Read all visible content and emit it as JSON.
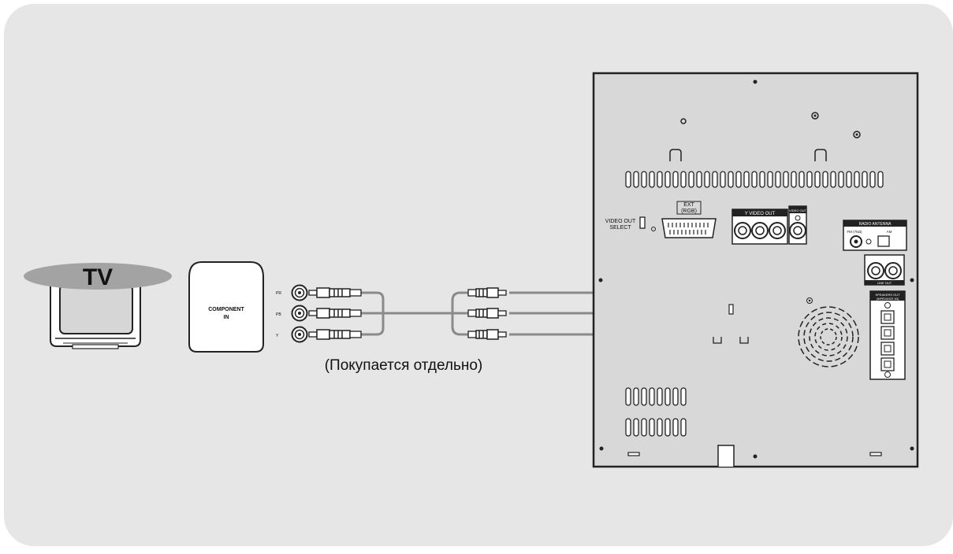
{
  "tv": {
    "label": "TV"
  },
  "component_box": {
    "line1": "COMPONENT",
    "line2": "IN"
  },
  "jacks": [
    {
      "label": "PR"
    },
    {
      "label": "PB"
    },
    {
      "label": "Y"
    }
  ],
  "cable_note": "(Покупается отдельно)",
  "unit": {
    "video_out_select": {
      "line1": "VIDEO OUT",
      "line2": "SELECT"
    },
    "ext": {
      "line1": "EXT",
      "line2": "(RGB)"
    },
    "component_video_out": "Y VIDEO OUT",
    "video_out": "VIDEO OUT",
    "radio_antenna": "RADIO ANTENNA",
    "fm_label": "FM (75Ω)",
    "am_label": "AM",
    "line_out": "LINE OUT",
    "speakers_out": "SPEAKERS OUT",
    "speakers_impedance": "(IMPEDANCE 4Ω)"
  },
  "colors": {
    "panel_bg": "#e6e6e6",
    "unit_bg": "#d8d8d8",
    "tv_ellipse": "#a3a3a3",
    "cable": "#8a8a8a",
    "outline": "#222222"
  }
}
